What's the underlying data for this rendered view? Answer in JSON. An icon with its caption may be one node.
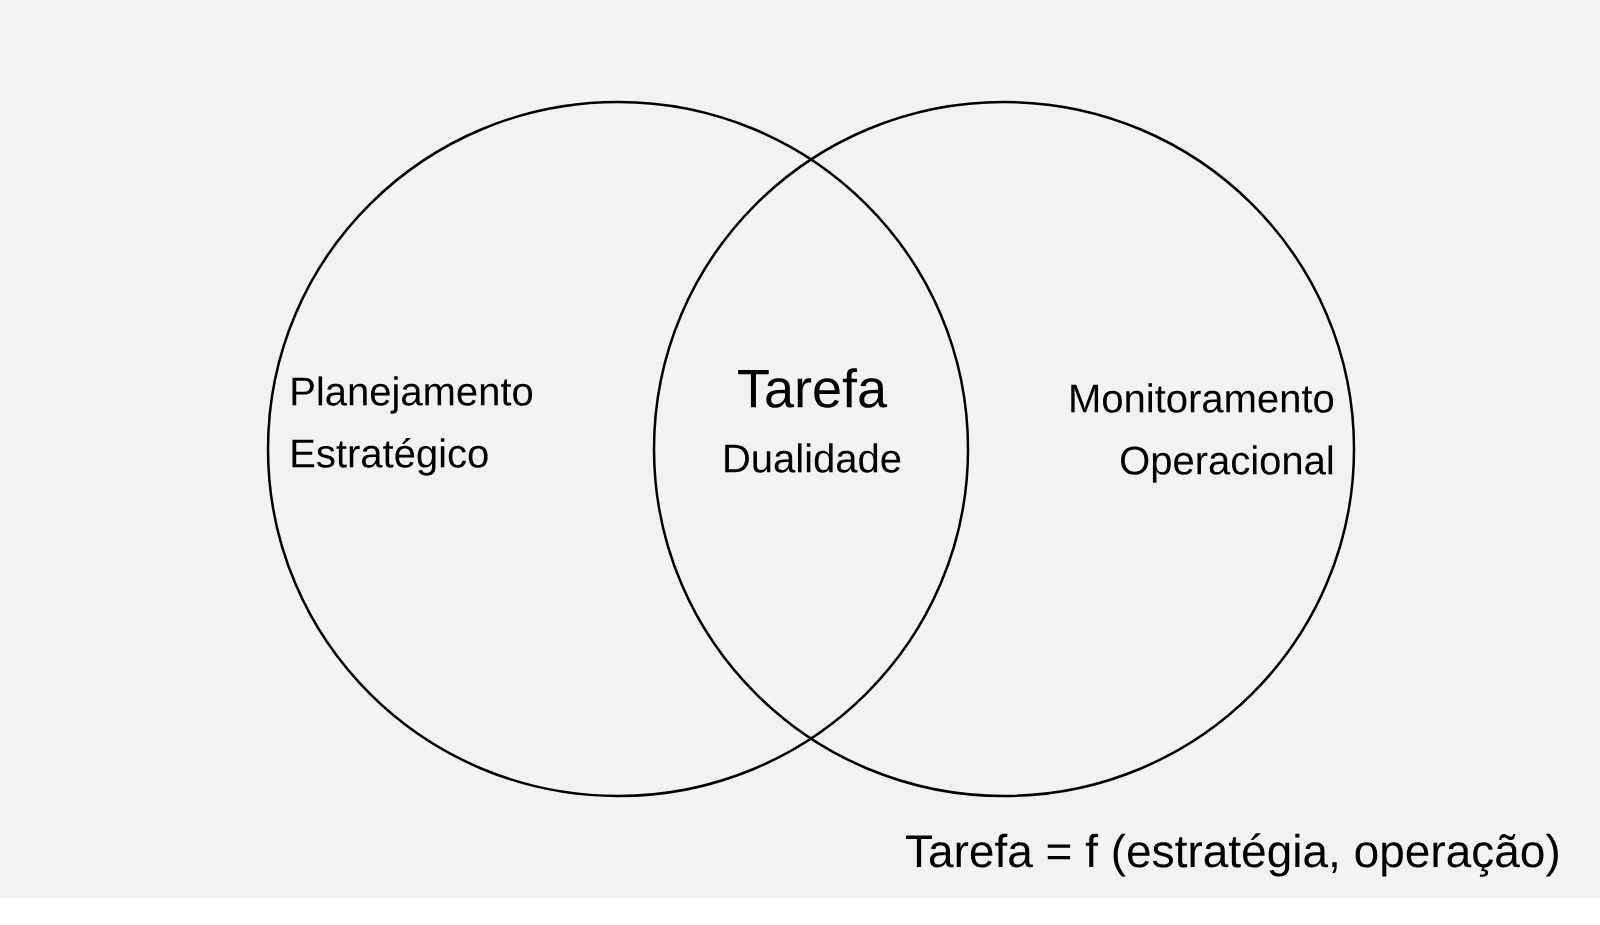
{
  "diagram": {
    "nodes": [
      {
        "text": [
          "Planejamento Estratégico"
        ]
      },
      {
        "text": [
          "Monitoramento Operacional"
        ]
      }
    ],
    "labels": [
      "Tarefa",
      "Dualidade",
      "Tarefa = f (estratégia, operação)"
    ]
  }
}
